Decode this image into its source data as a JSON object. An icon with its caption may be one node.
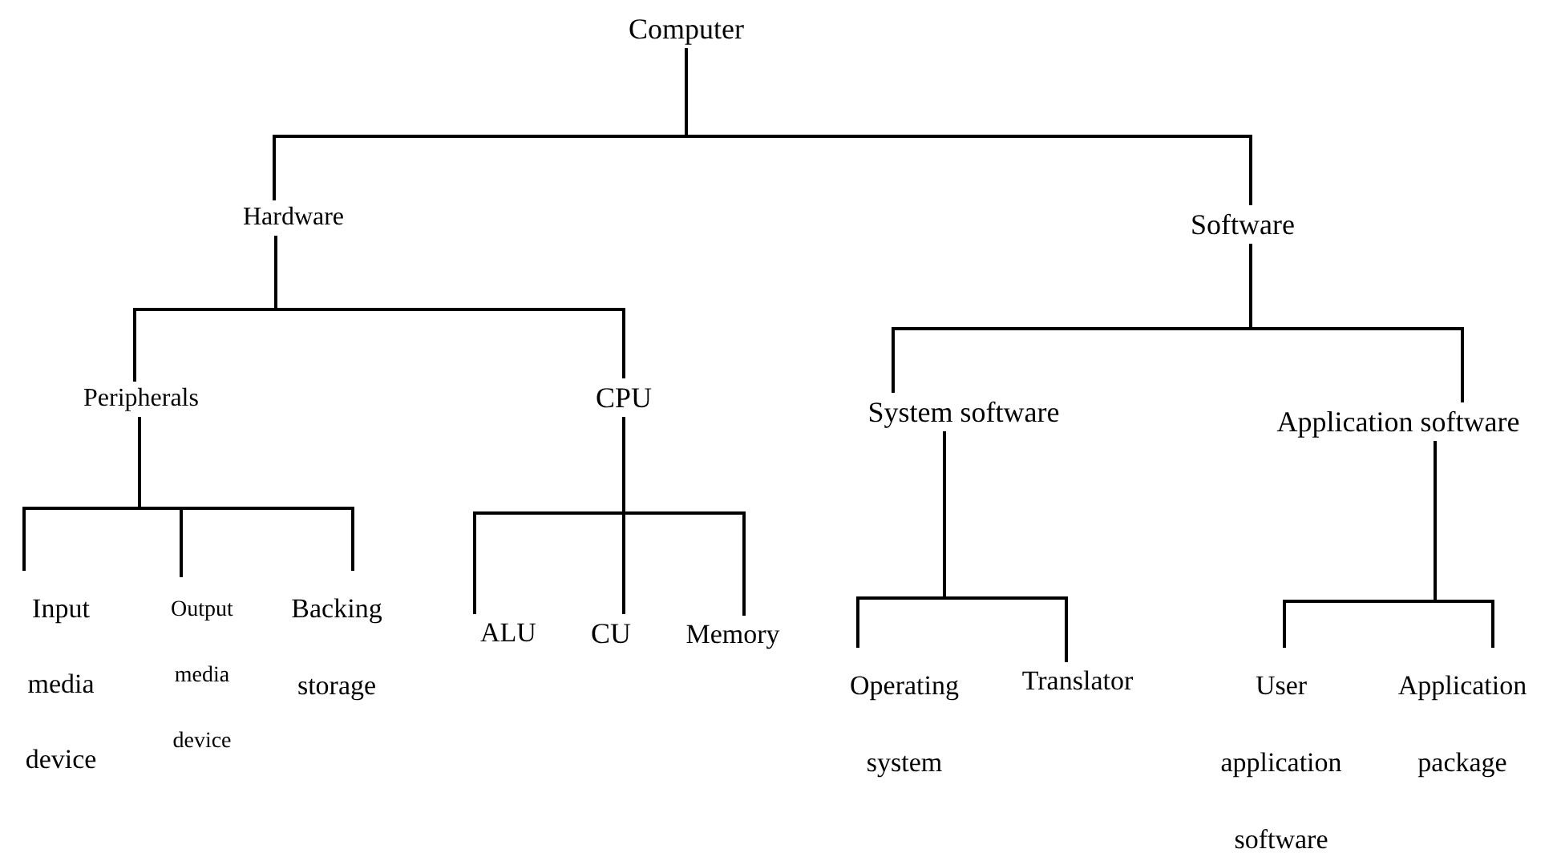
{
  "diagram": {
    "nodes": [
      {
        "text": [
          "Computer"
        ]
      },
      {
        "text": [
          "Hardware"
        ]
      },
      {
        "text": [
          "Software"
        ]
      },
      {
        "text": [
          "Peripherals"
        ]
      },
      {
        "text": [
          "CPU"
        ]
      },
      {
        "text": [
          "System software"
        ]
      },
      {
        "text": [
          "Application software"
        ]
      },
      {
        "text": [
          "Input media device"
        ]
      },
      {
        "text": [
          "Output media device"
        ]
      },
      {
        "text": [
          "Backing storage"
        ]
      },
      {
        "text": [
          "ALU"
        ]
      },
      {
        "text": [
          "CU"
        ]
      },
      {
        "text": [
          "Memory"
        ]
      },
      {
        "text": [
          "Operating system"
        ]
      },
      {
        "text": [
          "Translator"
        ]
      },
      {
        "text": [
          "User application software"
        ]
      },
      {
        "text": [
          "Application package"
        ]
      }
    ],
    "edges": [
      {
        "from": 0,
        "to": 1,
        "arrow": "none"
      },
      {
        "from": 0,
        "to": 2,
        "arrow": "none"
      },
      {
        "from": 1,
        "to": 3,
        "arrow": "none"
      },
      {
        "from": 1,
        "to": 4,
        "arrow": "none"
      },
      {
        "from": 2,
        "to": 5,
        "arrow": "none"
      },
      {
        "from": 2,
        "to": 6,
        "arrow": "none"
      },
      {
        "from": 3,
        "to": 7,
        "arrow": "none"
      },
      {
        "from": 3,
        "to": 8,
        "arrow": "none"
      },
      {
        "from": 3,
        "to": 9,
        "arrow": "none"
      },
      {
        "from": 4,
        "to": 10,
        "arrow": "none"
      },
      {
        "from": 4,
        "to": 11,
        "arrow": "none"
      },
      {
        "from": 4,
        "to": 12,
        "arrow": "none"
      },
      {
        "from": 5,
        "to": 13,
        "arrow": "none"
      },
      {
        "from": 5,
        "to": 14,
        "arrow": "none"
      },
      {
        "from": 6,
        "to": 15,
        "arrow": "none"
      },
      {
        "from": 6,
        "to": 16,
        "arrow": "none"
      }
    ]
  }
}
